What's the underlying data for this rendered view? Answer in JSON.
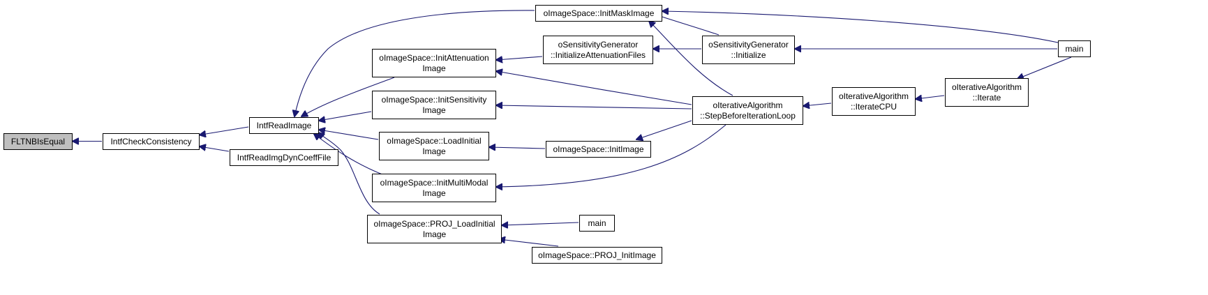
{
  "graph": {
    "colors": {
      "edge": "#191970",
      "highlighted_node_fill": "#bfbfbf",
      "node_fill": "#ffffff",
      "node_border": "#000000"
    },
    "nodes": [
      {
        "id": "fltnb_is_equal",
        "lines": [
          "FLTNBIsEqual"
        ],
        "highlighted": true
      },
      {
        "id": "intf_check_consistency",
        "lines": [
          "IntfCheckConsistency"
        ]
      },
      {
        "id": "intf_read_image",
        "lines": [
          "IntfReadImage"
        ]
      },
      {
        "id": "intf_read_img_dyn_coeff_file",
        "lines": [
          "IntfReadImgDynCoeffFile"
        ]
      },
      {
        "id": "init_mask_image",
        "lines": [
          "oImageSpace::InitMaskImage"
        ]
      },
      {
        "id": "init_attenuation_image",
        "lines": [
          "oImageSpace::InitAttenuation",
          "Image"
        ]
      },
      {
        "id": "init_sensitivity_image",
        "lines": [
          "oImageSpace::InitSensitivity",
          "Image"
        ]
      },
      {
        "id": "load_initial_image",
        "lines": [
          "oImageSpace::LoadInitial",
          "Image"
        ]
      },
      {
        "id": "init_multi_modal_image",
        "lines": [
          "oImageSpace::InitMultiModal",
          "Image"
        ]
      },
      {
        "id": "proj_load_initial_image",
        "lines": [
          "oImageSpace::PROJ_LoadInitial",
          "Image"
        ]
      },
      {
        "id": "sens_init_attenuation_files",
        "lines": [
          "oSensitivityGenerator",
          "::InitializeAttenuationFiles"
        ]
      },
      {
        "id": "init_image",
        "lines": [
          "oImageSpace::InitImage"
        ]
      },
      {
        "id": "main_proj",
        "lines": [
          "main"
        ]
      },
      {
        "id": "proj_init_image",
        "lines": [
          "oImageSpace::PROJ_InitImage"
        ]
      },
      {
        "id": "sens_initialize",
        "lines": [
          "oSensitivityGenerator",
          "::Initialize"
        ]
      },
      {
        "id": "step_before_iteration_loop",
        "lines": [
          "oIterativeAlgorithm",
          "::StepBeforeIterationLoop"
        ]
      },
      {
        "id": "iterate_cpu",
        "lines": [
          "oIterativeAlgorithm",
          "::IterateCPU"
        ]
      },
      {
        "id": "iterate",
        "lines": [
          "oIterativeAlgorithm",
          "::Iterate"
        ]
      },
      {
        "id": "main",
        "lines": [
          "main"
        ]
      }
    ],
    "edges": [
      {
        "from": "intf_check_consistency",
        "to": "fltnb_is_equal"
      },
      {
        "from": "intf_read_image",
        "to": "intf_check_consistency"
      },
      {
        "from": "intf_read_img_dyn_coeff_file",
        "to": "intf_check_consistency"
      },
      {
        "from": "init_mask_image",
        "to": "intf_read_image"
      },
      {
        "from": "init_attenuation_image",
        "to": "intf_read_image"
      },
      {
        "from": "init_sensitivity_image",
        "to": "intf_read_image"
      },
      {
        "from": "load_initial_image",
        "to": "intf_read_image"
      },
      {
        "from": "init_multi_modal_image",
        "to": "intf_read_image"
      },
      {
        "from": "proj_load_initial_image",
        "to": "intf_read_image"
      },
      {
        "from": "main",
        "to": "init_mask_image"
      },
      {
        "from": "sens_initialize",
        "to": "init_mask_image"
      },
      {
        "from": "step_before_iteration_loop",
        "to": "init_mask_image"
      },
      {
        "from": "sens_init_attenuation_files",
        "to": "init_attenuation_image"
      },
      {
        "from": "step_before_iteration_loop",
        "to": "init_attenuation_image"
      },
      {
        "from": "step_before_iteration_loop",
        "to": "init_sensitivity_image"
      },
      {
        "from": "init_image",
        "to": "load_initial_image"
      },
      {
        "from": "step_before_iteration_loop",
        "to": "init_multi_modal_image"
      },
      {
        "from": "main_proj",
        "to": "proj_load_initial_image"
      },
      {
        "from": "proj_init_image",
        "to": "proj_load_initial_image"
      },
      {
        "from": "sens_initialize",
        "to": "sens_init_attenuation_files"
      },
      {
        "from": "step_before_iteration_loop",
        "to": "init_image"
      },
      {
        "from": "main",
        "to": "sens_initialize"
      },
      {
        "from": "iterate_cpu",
        "to": "step_before_iteration_loop"
      },
      {
        "from": "iterate",
        "to": "iterate_cpu"
      },
      {
        "from": "main",
        "to": "iterate"
      }
    ]
  }
}
